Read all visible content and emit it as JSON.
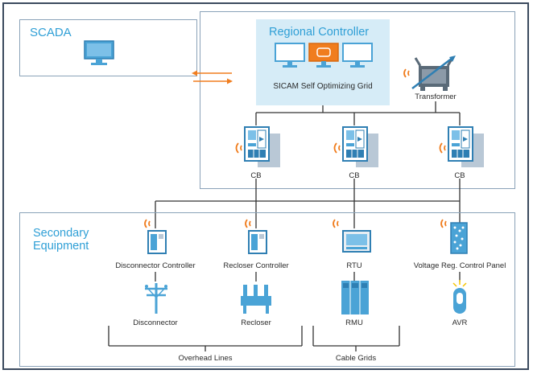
{
  "scada": {
    "title": "SCADA"
  },
  "regional": {
    "title": "Regional Controller",
    "subtitle": "SICAM Self Optimizing Grid"
  },
  "transformer": {
    "label": "Transformer"
  },
  "cb": {
    "labels": [
      "CB",
      "CB",
      "CB"
    ]
  },
  "secondary": {
    "title_line1": "Secondary",
    "title_line2": "Equipment"
  },
  "controllers": {
    "disconnector": "Disconnector Controller",
    "recloser": "Recloser Controller",
    "rtu": "RTU",
    "voltage_panel": "Voltage Reg. Control Panel"
  },
  "field": {
    "disconnector": "Disconnector",
    "recloser": "Recloser",
    "rmu": "RMU",
    "avr": "AVR"
  },
  "groups": {
    "overhead": "Overhead Lines",
    "cable": "Cable Grids"
  },
  "colors": {
    "accent": "#2f9fd6",
    "orange": "#f07d1e",
    "line": "#333333",
    "border": "#8aa2b8",
    "panel": "#d6ecf7"
  }
}
